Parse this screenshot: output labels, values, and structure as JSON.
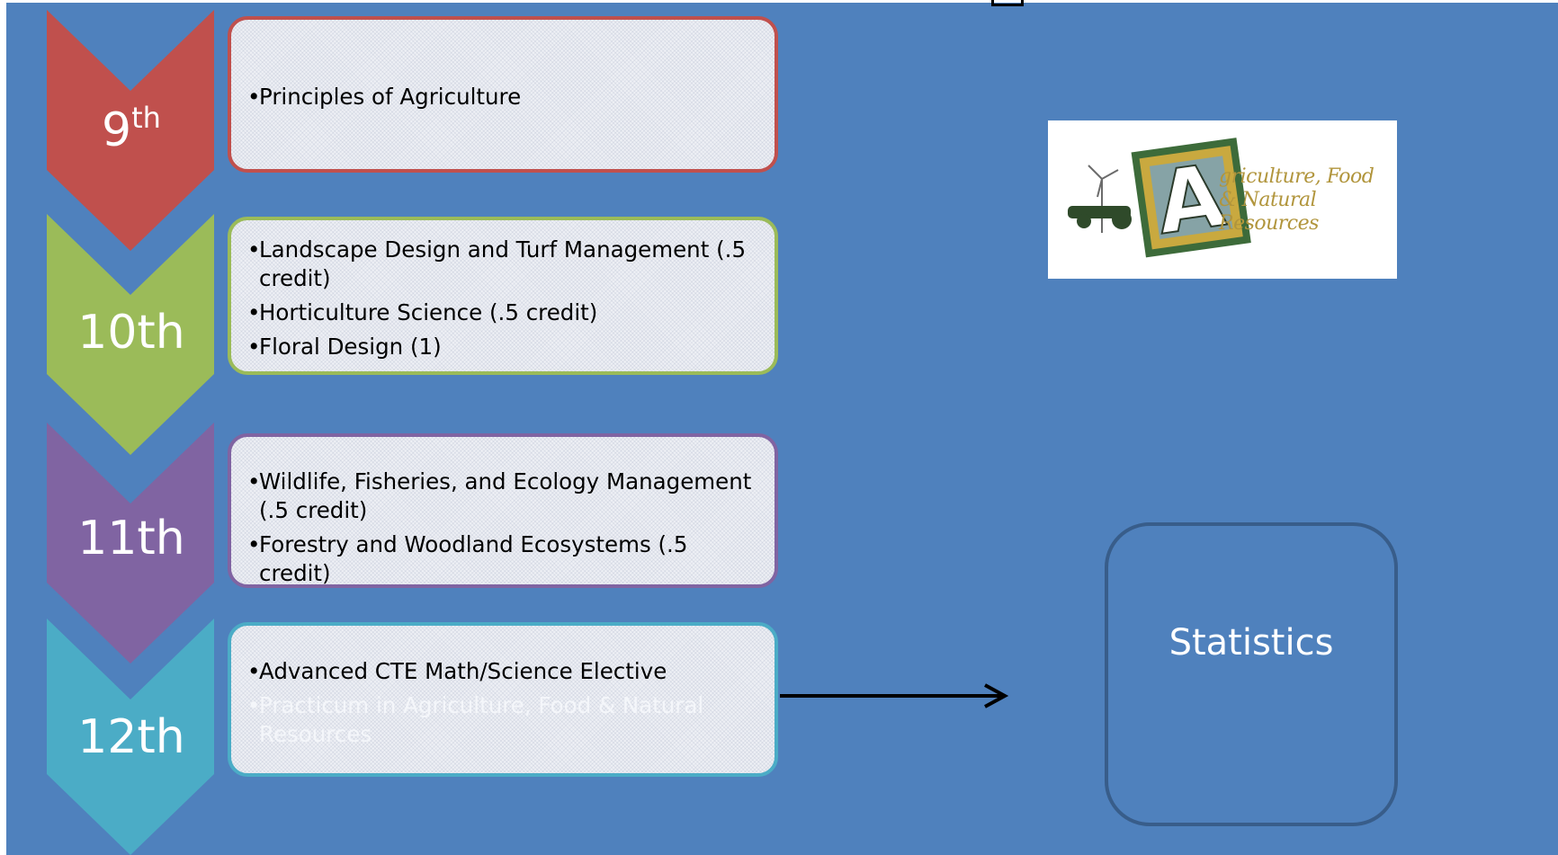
{
  "colors": {
    "background": "#4f81bd",
    "grade_9": "#c0504d",
    "grade_10": "#9bbb59",
    "grade_11": "#8064a2",
    "grade_12": "#4bacc6",
    "statistics_border": "#385d8a"
  },
  "grades": [
    {
      "label": "9",
      "superscript": "th",
      "courses": [
        "Principles of Agriculture"
      ]
    },
    {
      "label": "10th",
      "courses": [
        "Landscape Design and Turf Management (.5 credit)",
        "Horticulture Science (.5 credit)",
        "Floral Design (1)"
      ]
    },
    {
      "label": "11th",
      "courses": [
        "Wildlife, Fisheries, and Ecology Management (.5 credit)",
        "Forestry and Woodland Ecosystems (.5 credit)"
      ]
    },
    {
      "label": "12th",
      "courses": [
        "Advanced CTE Math/Science Elective",
        "Practicum in Agriculture, Food & Natural Resources"
      ]
    }
  ],
  "logo": {
    "letter": "A",
    "text": "griculture, Food & Natural Resources"
  },
  "statistics": {
    "label": "Statistics"
  },
  "bullet": "•"
}
